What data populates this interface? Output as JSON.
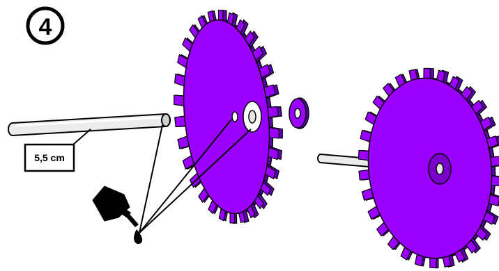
{
  "step": {
    "number": "4"
  },
  "rod": {
    "length_label": "5,5 cm"
  },
  "colors": {
    "gear_face": "#9B00FF",
    "gear_side": "#5E00B0",
    "rod": "#E8E8E8",
    "ink": "#000000",
    "background": "#FFFFFF"
  },
  "parts": {
    "left_gear_teeth": 30,
    "right_gear_teeth": 30
  }
}
